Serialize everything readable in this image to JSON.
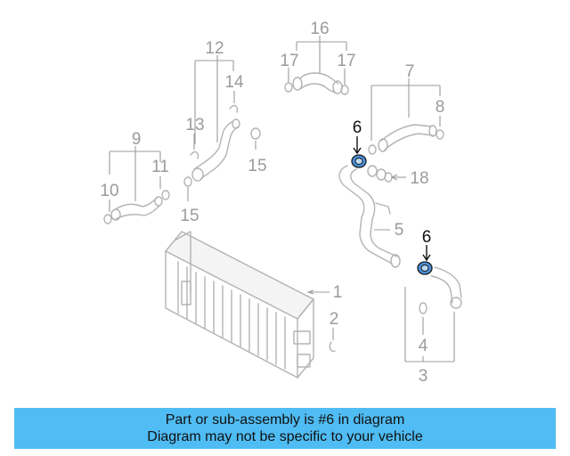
{
  "diagram": {
    "labels": {
      "l1": "1",
      "l2": "2",
      "l3": "3",
      "l4": "4",
      "l5": "5",
      "l6a": "6",
      "l6b": "6",
      "l7": "7",
      "l8": "8",
      "l9": "9",
      "l10": "10",
      "l11": "11",
      "l12": "12",
      "l13": "13",
      "l14": "14",
      "l15a": "15",
      "l15b": "15",
      "l16": "16",
      "l17a": "17",
      "l17b": "17",
      "l18": "18"
    },
    "highlighted_part": "6",
    "colors": {
      "parts": "#b3b3b3",
      "highlight": "#4a90d9",
      "banner": "#4fbcf3"
    }
  },
  "banner": {
    "line1": "Part or sub-assembly is #6 in diagram",
    "line2": "Diagram may not be specific to your vehicle"
  }
}
